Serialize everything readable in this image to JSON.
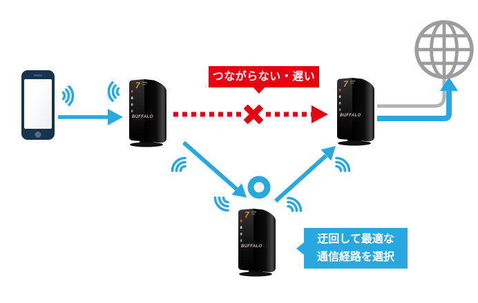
{
  "diagram": {
    "type": "network-reroute-diagram",
    "background": "#ffffff",
    "callouts": {
      "problem": {
        "text": "つながらない・遅い",
        "bg": "#e60012",
        "text_color": "#ffffff"
      },
      "solution": {
        "line1": "迂回して最適な",
        "line2": "通信経路を選択",
        "bg": "#29a8e0",
        "text_color": "#ffffff"
      }
    },
    "devices": {
      "router": {
        "brand": "BUFFALO",
        "badge": "7"
      },
      "count_routers": 3,
      "smartphone": true,
      "internet_globe": true
    },
    "paths": {
      "blocked_path": {
        "style": "red-dashed-arrow",
        "mark": "red-x-icon",
        "from": "router-1",
        "to": "router-2"
      },
      "detour_path": {
        "style": "blue-solid-arrows",
        "mark": "blue-circle-ok-icon",
        "via": "router-3"
      },
      "phone_link": {
        "style": "blue-solid-arrow",
        "from": "smartphone",
        "to": "router-1"
      },
      "internet_link": {
        "style": "gray-cable",
        "from": "router-2",
        "to": "internet-globe"
      }
    },
    "icons": {
      "wifi": "wifi-waves-icon",
      "internet": "globe-grid-icon",
      "blocked": "red-x-icon",
      "ok": "blue-circle-ok-icon"
    },
    "colors": {
      "blue": "#29a8e0",
      "red": "#e60012",
      "globe_gray": "#9d9d9d",
      "cable_gray": "#b2b2b2",
      "phone_navy": "#16344e",
      "router_black": "#0e0e0e"
    }
  }
}
